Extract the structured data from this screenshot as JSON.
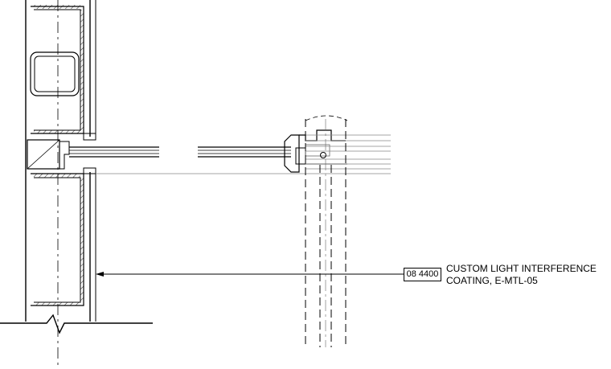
{
  "annotation": {
    "tag": "08 4400",
    "note_line1": "CUSTOM LIGHT INTERFERENCE",
    "note_line2": "COATING, E-MTL-05"
  },
  "colors": {
    "line": "#000000",
    "light_line": "#888888",
    "background": "#ffffff"
  }
}
